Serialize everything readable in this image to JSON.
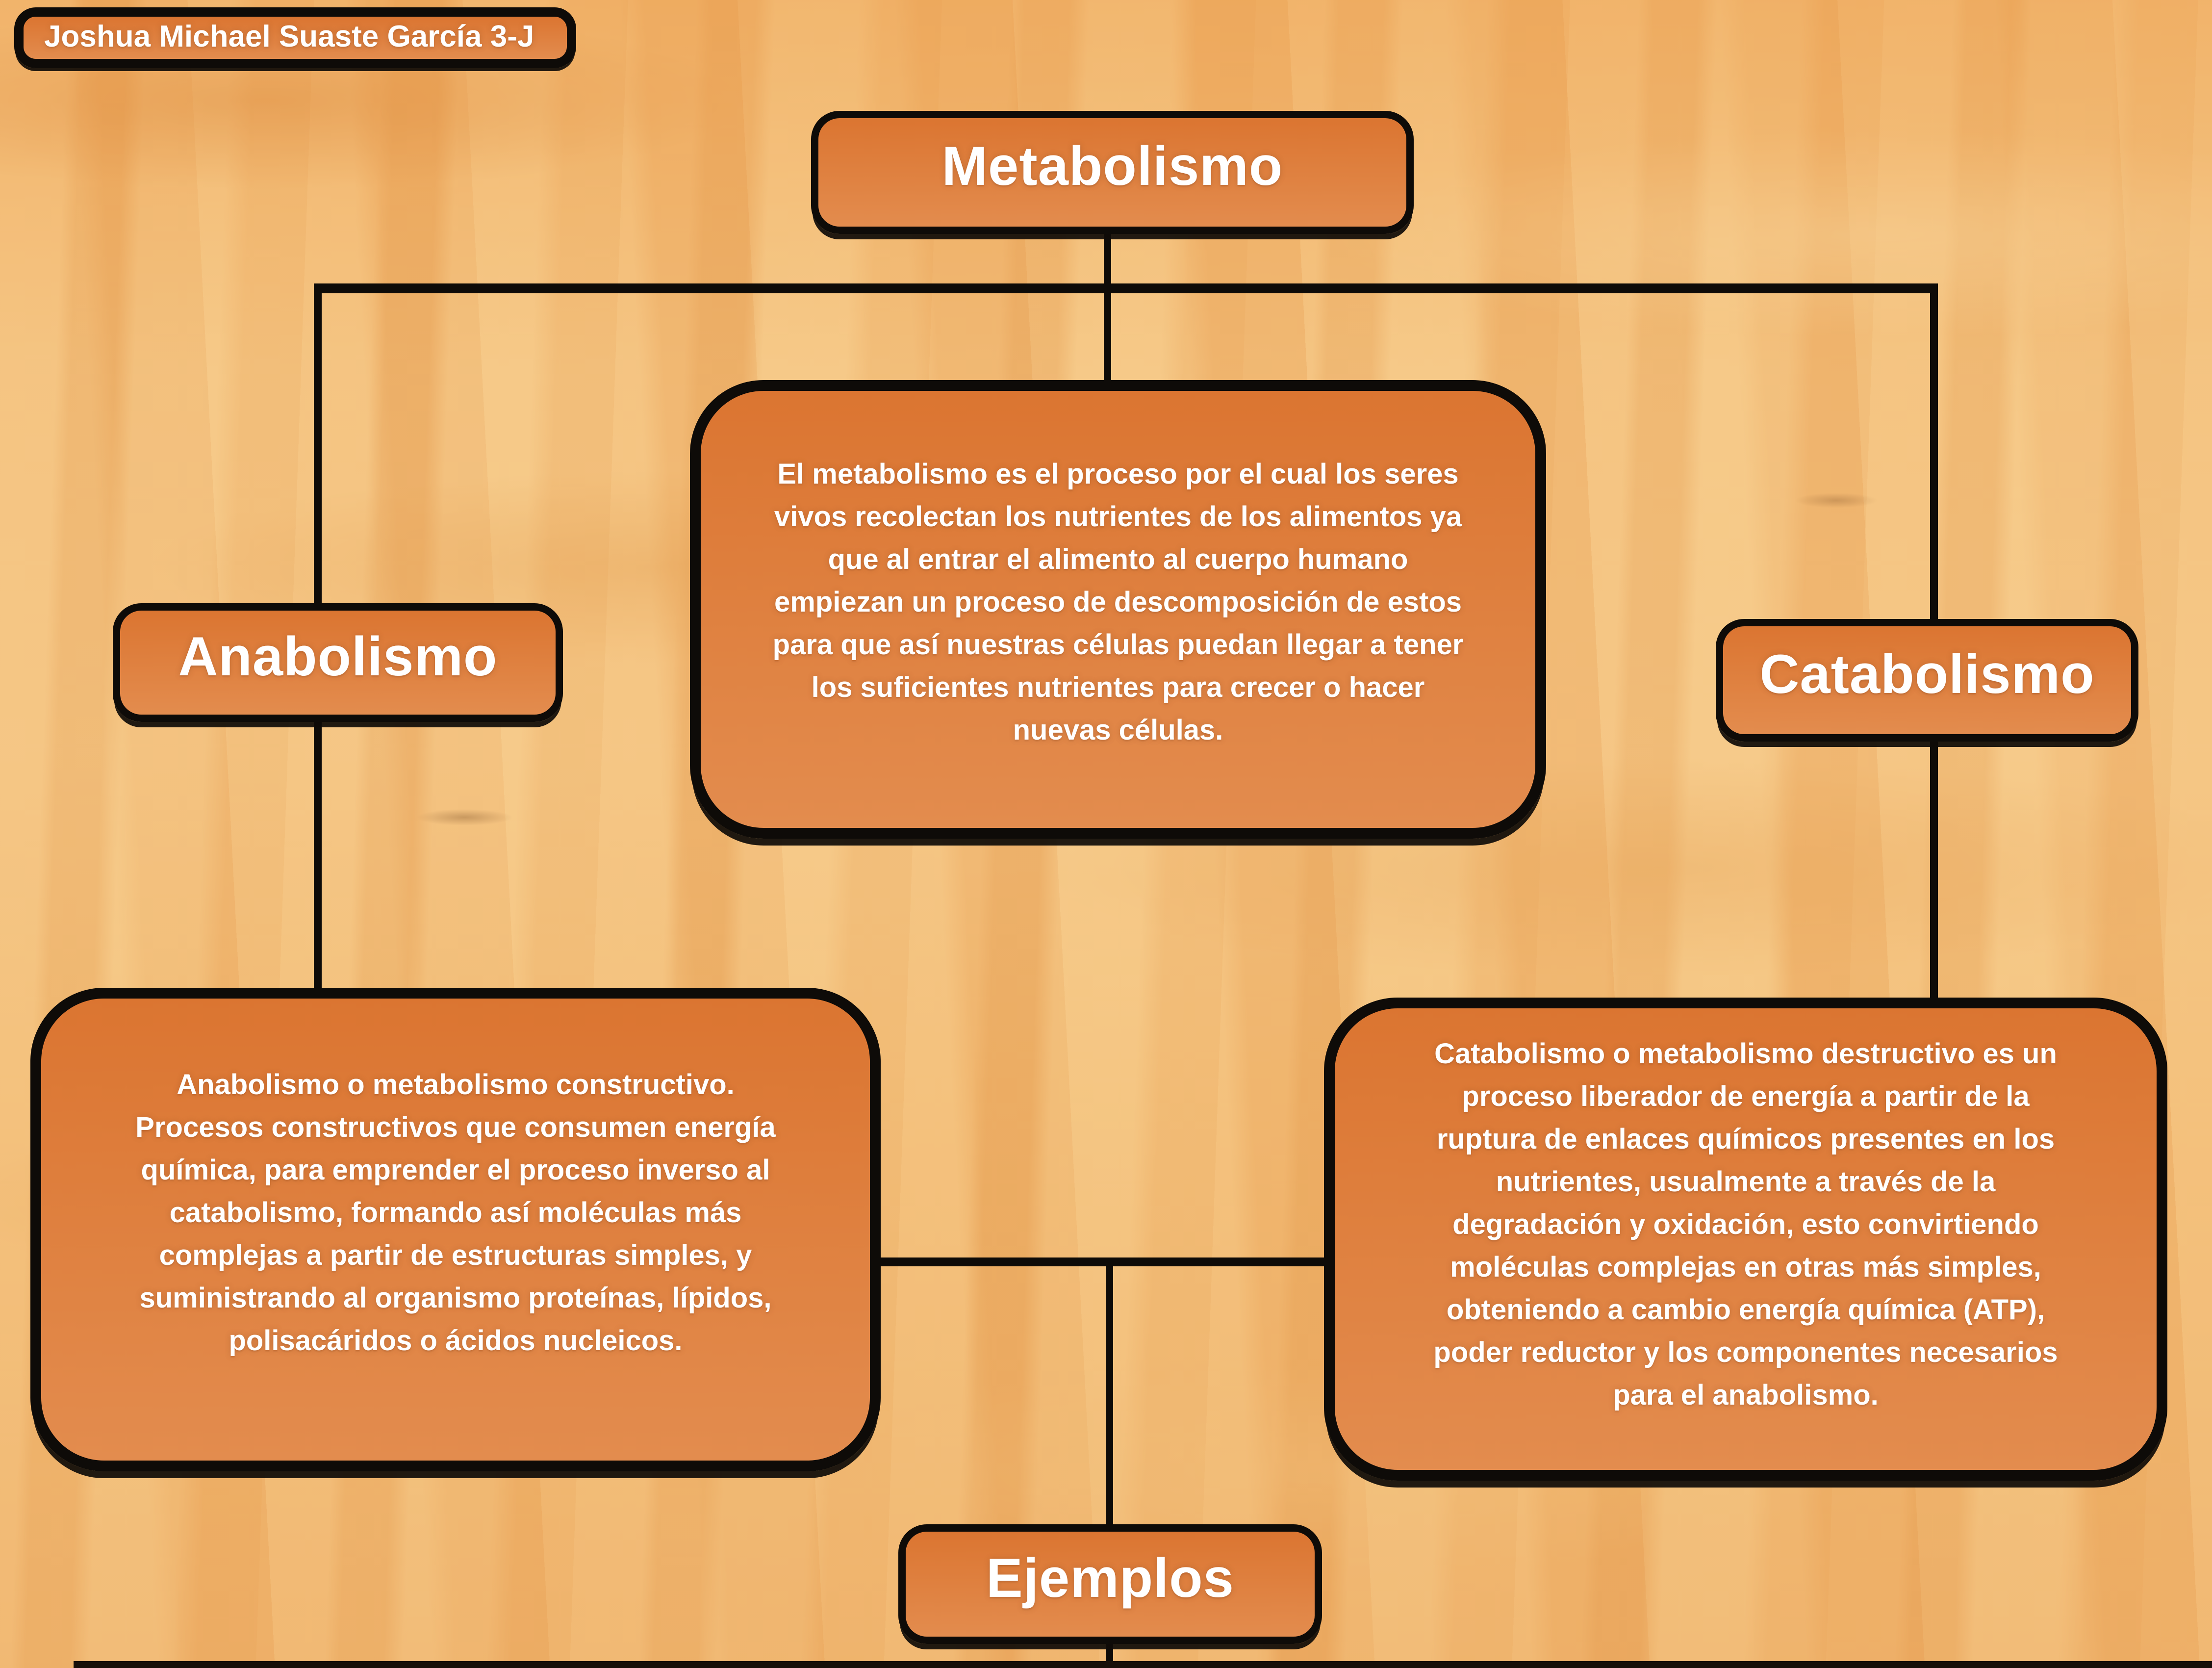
{
  "title_badge": {
    "label": "Joshua Michael Suaste García 3-J"
  },
  "nodes": {
    "metabolismo": {
      "label": "Metabolismo"
    },
    "metabolismo_definition": {
      "text": "El metabolismo es el proceso por el cual los seres vivos recolectan los nutrientes de los alimentos ya que al entrar el alimento al cuerpo humano empiezan un proceso de descomposición de estos para que así nuestras células puedan llegar a tener los suficientes nutrientes para crecer o hacer nuevas células."
    },
    "anabolismo": {
      "label": "Anabolismo"
    },
    "catabolismo": {
      "label": "Catabolismo"
    },
    "anabolismo_definition": {
      "text": "Anabolismo o metabolismo constructivo. Procesos constructivos que consumen energía química, para emprender el proceso inverso al catabolismo, formando así moléculas más complejas a partir de estructuras simples, y suministrando al organismo proteínas, lípidos, polisacáridos o ácidos nucleicos."
    },
    "catabolismo_definition": {
      "text": "Catabolismo o metabolismo destructivo es un proceso liberador de energía a partir de la ruptura de enlaces químicos presentes en los nutrientes, usualmente a través de la degradación y oxidación, esto convirtiendo moléculas complejas en otras más simples, obteniendo a cambio energía química (ATP), poder reductor y los componentes necesarios para el anabolismo."
    },
    "ejemplos": {
      "label": "Ejemplos"
    }
  },
  "edges": [
    {
      "from": "metabolismo",
      "to": "metabolismo_definition"
    },
    {
      "from": "metabolismo",
      "to": "anabolismo"
    },
    {
      "from": "metabolismo",
      "to": "catabolismo"
    },
    {
      "from": "anabolismo",
      "to": "anabolismo_definition"
    },
    {
      "from": "catabolismo",
      "to": "catabolismo_definition"
    },
    {
      "from": "anabolismo_definition",
      "to": "ejemplos"
    },
    {
      "from": "catabolismo_definition",
      "to": "ejemplos"
    },
    {
      "from": "ejemplos",
      "to": "cutoff-continuation-below"
    }
  ],
  "colors": {
    "node_fill": "#de7b3d",
    "node_border": "#0e0b08",
    "node_text": "#ffffff",
    "connector": "#0e0b08",
    "background_wood": "#f3bc77"
  }
}
